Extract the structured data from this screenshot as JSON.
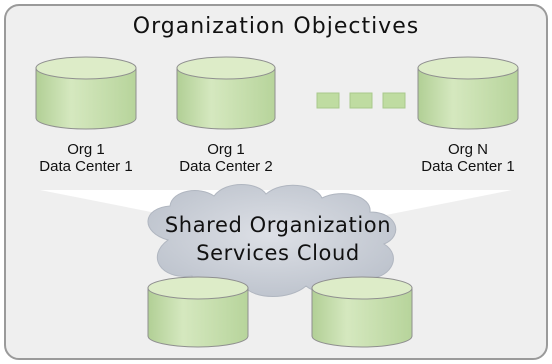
{
  "title": "Organization Objectives",
  "data_centers": [
    {
      "org": "Org 1",
      "site": "Data Center 1"
    },
    {
      "org": "Org 1",
      "site": "Data Center 2"
    },
    {
      "org": "Org N",
      "site": "Data Center 1"
    }
  ],
  "cloud": {
    "line1": "Shared Organization",
    "line2": "Services Cloud"
  },
  "colors": {
    "panel_fill": "#efefef",
    "panel_border": "#9a9a9a",
    "cylinder_top": "#ddecc8",
    "cylinder_body": "#c3dda9",
    "cylinder_outline": "#8f8f8f",
    "funnel": "#ffffff",
    "cloud_fill": "#cfd3da",
    "dots": "#bfdca1"
  }
}
